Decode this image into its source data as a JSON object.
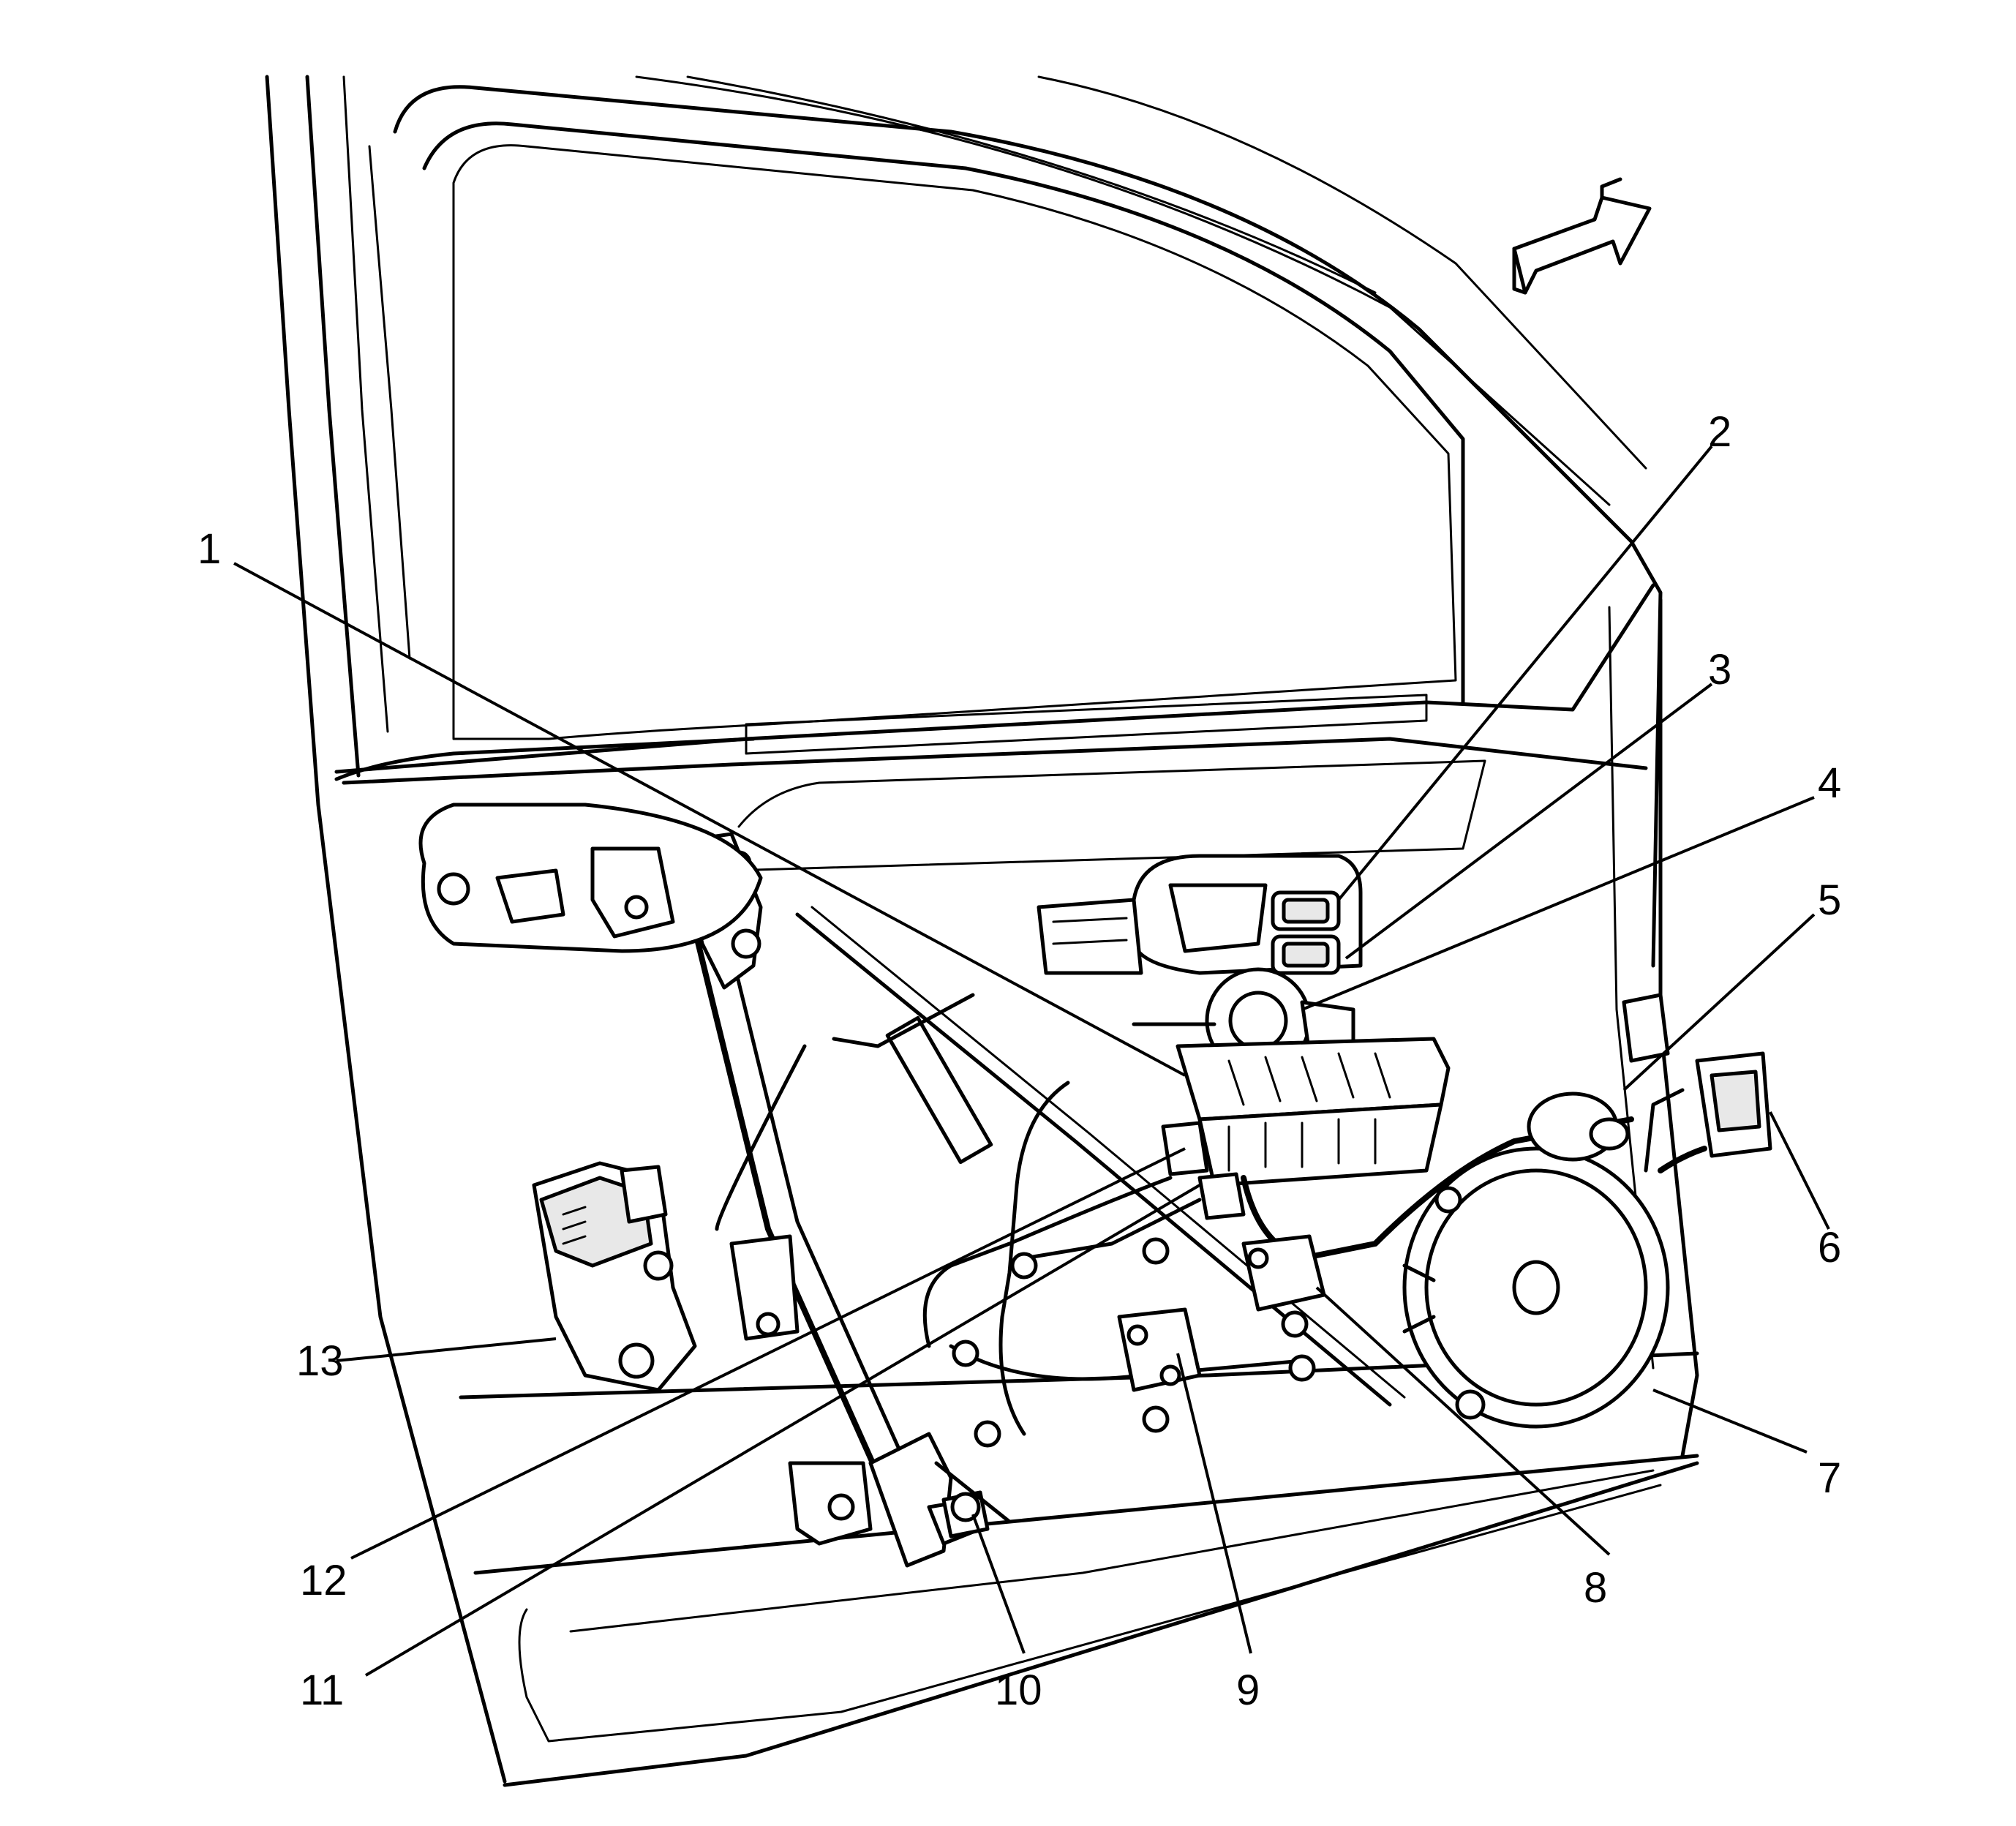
{
  "diagram": {
    "callouts": [
      {
        "id": 1,
        "label": "1"
      },
      {
        "id": 2,
        "label": "2"
      },
      {
        "id": 3,
        "label": "3"
      },
      {
        "id": 4,
        "label": "4"
      },
      {
        "id": 5,
        "label": "5"
      },
      {
        "id": 6,
        "label": "6"
      },
      {
        "id": 7,
        "label": "7"
      },
      {
        "id": 8,
        "label": "8"
      },
      {
        "id": 9,
        "label": "9"
      },
      {
        "id": 10,
        "label": "10"
      },
      {
        "id": 11,
        "label": "11"
      },
      {
        "id": 12,
        "label": "12"
      },
      {
        "id": 13,
        "label": "13"
      }
    ],
    "orientation_arrow_icon": "forward-arrow-icon"
  }
}
